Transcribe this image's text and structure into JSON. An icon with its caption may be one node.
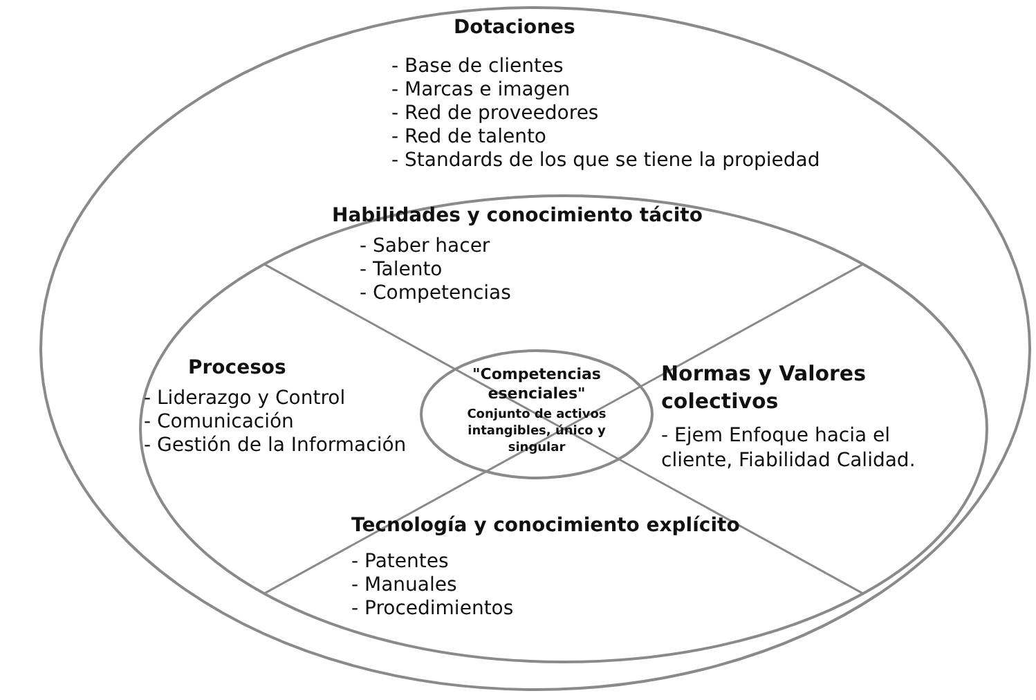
{
  "diagram": {
    "nodes": [
      {
        "text": [
          "Dotaciones",
          "- Base de clientes",
          "- Marcas e imagen",
          "- Red de proveedores",
          "- Red de talento",
          "- Standards de los que se tiene la propiedad"
        ]
      },
      {
        "text": [],
        "shape": "ellipse",
        "in": 0
      },
      {
        "text": [
          "Habilidades y conocimiento tácito",
          "- Saber hacer",
          "- Talento",
          "- Competencias"
        ],
        "in": 1
      },
      {
        "text": [
          "Procesos",
          "- Liderazgo y Control",
          "- Comunicación",
          "- Gestión de la Información"
        ],
        "in": 1
      },
      {
        "text": [
          "Normas y Valores colectivos",
          "- Ejem Enfoque hacia el cliente, Fiabilidad Calidad."
        ],
        "in": 1
      },
      {
        "text": [
          "Tecnología y conocimiento explícito",
          "- Patentes",
          "- Manuales",
          "- Procedimientos"
        ],
        "in": 1
      },
      {
        "text": [
          "\"Competencias esenciales\"",
          "Conjunto de activos intangibles, único y singular"
        ],
        "in": 1
      }
    ]
  }
}
